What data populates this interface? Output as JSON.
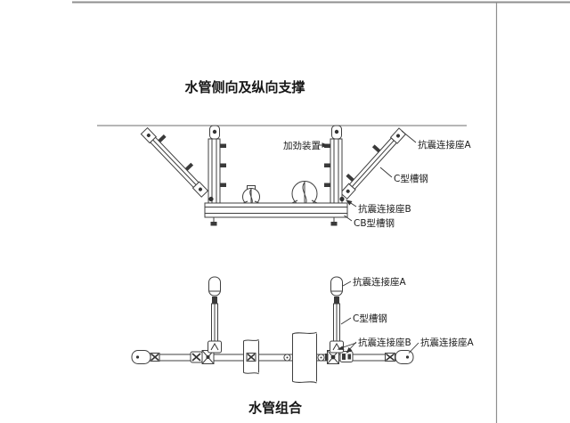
{
  "page": {
    "title_top": "水管侧向及纵向支撑",
    "title_bottom": "水管组合"
  },
  "upper_diagram": {
    "labels": {
      "stiffener": "加劲装置",
      "connector_a": "抗震连接座A",
      "c_channel": "C型槽钢",
      "connector_b": "抗震连接座B",
      "cb_channel": "CB型槽钢"
    }
  },
  "lower_diagram": {
    "labels": {
      "connector_a_top": "抗震连接座A",
      "c_channel": "C型槽钢",
      "connector_b": "抗震连接座B",
      "connector_a_right": "抗震连接座A"
    }
  },
  "colors": {
    "line": "#3f3f3f",
    "border": "#8f8f8f",
    "text": "#1c1c1c"
  }
}
